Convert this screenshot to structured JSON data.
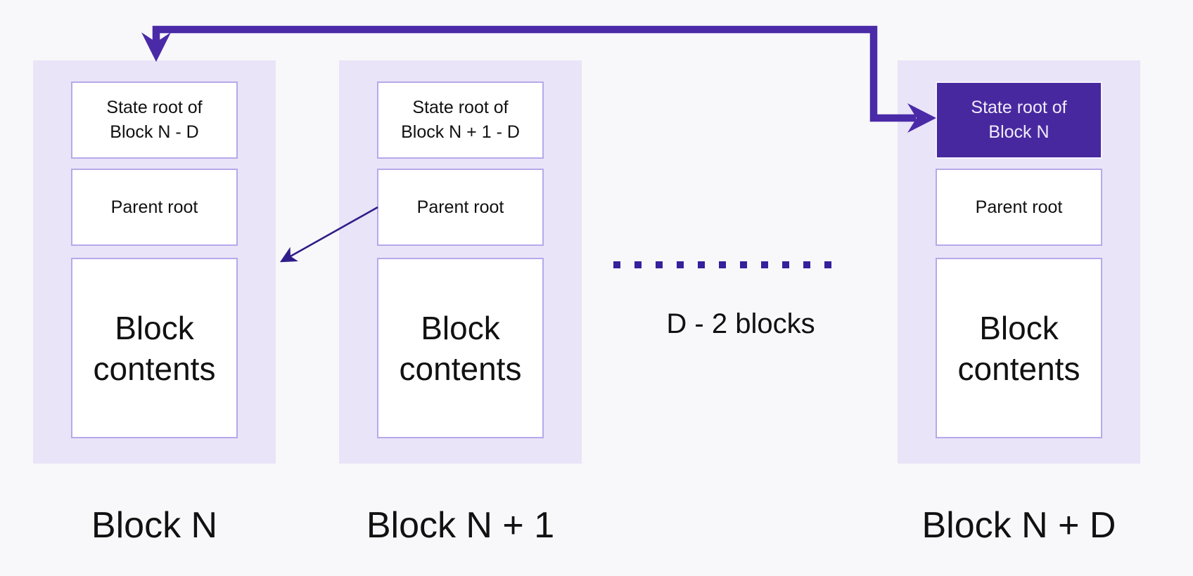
{
  "colors": {
    "page_bg": "#f8f8fa",
    "column_bg": "#e9e4f7",
    "box_border": "#b7a9ea",
    "highlight_bg": "#48289f",
    "highlight_text": "#f0ecfa",
    "arrow_thick": "#4b2aa8",
    "arrow_thin": "#2f1d8a",
    "dot_color": "#34219b",
    "text_color": "#111111"
  },
  "columns": [
    {
      "label": "Block N",
      "state_root": {
        "line1": "State root of",
        "line2": "Block N - D",
        "highlighted": false
      },
      "parent_root": "Parent root",
      "contents": {
        "line1": "Block",
        "line2": "contents"
      }
    },
    {
      "label": "Block N + 1",
      "state_root": {
        "line1": "State root of",
        "line2": "Block N + 1 - D",
        "highlighted": false
      },
      "parent_root": "Parent root",
      "contents": {
        "line1": "Block",
        "line2": "contents"
      }
    },
    {
      "label": "Block N + D",
      "state_root": {
        "line1": "State root of",
        "line2": "Block N",
        "highlighted": true
      },
      "parent_root": "Parent root",
      "contents": {
        "line1": "Block",
        "line2": "contents"
      }
    }
  ],
  "middle": {
    "dots_count": 11,
    "label": "D - 2 blocks"
  }
}
